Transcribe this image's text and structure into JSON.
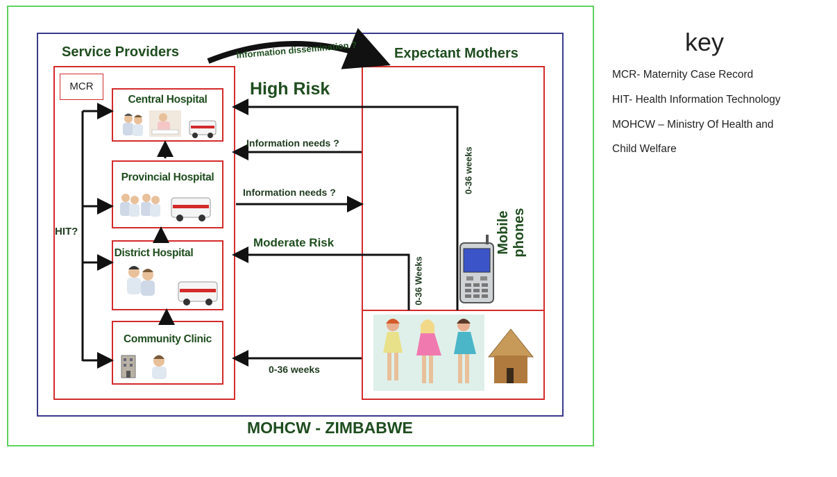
{
  "diagram": {
    "service_providers_title": "Service Providers",
    "expectant_mothers_title": "Expectant Mothers",
    "information_dissemination": "Information dissemination ?",
    "high_risk": "High Risk",
    "mcr_label": "MCR",
    "hit_label": "HIT?",
    "hospitals": {
      "central": "Central Hospital",
      "provincial": "Provincial Hospital",
      "district": "District Hospital",
      "clinic": "Community Clinic"
    },
    "arrows": {
      "info_needs_1": "Information needs ?",
      "info_needs_2": "Information needs ?",
      "moderate_risk": "Moderate Risk",
      "weeks_bottom": "0-36 weeks",
      "weeks_vertical_right": "0-36 weeks",
      "weeks_vertical_left": "0-36 Weeks"
    },
    "mobile_phones": "Mobile phones",
    "footer": "MOHCW - ZIMBABWE"
  },
  "key": {
    "title": "key",
    "lines": [
      "MCR- Maternity Case Record",
      "HIT- Health Information Technology",
      "MOHCW – Ministry Of Health and",
      "Child Welfare"
    ]
  },
  "colors": {
    "outer_border": "#5fd35f",
    "inner_border": "#3a3a8c",
    "red_border": "#d42a2a",
    "title_green": "#1f4d1f"
  }
}
